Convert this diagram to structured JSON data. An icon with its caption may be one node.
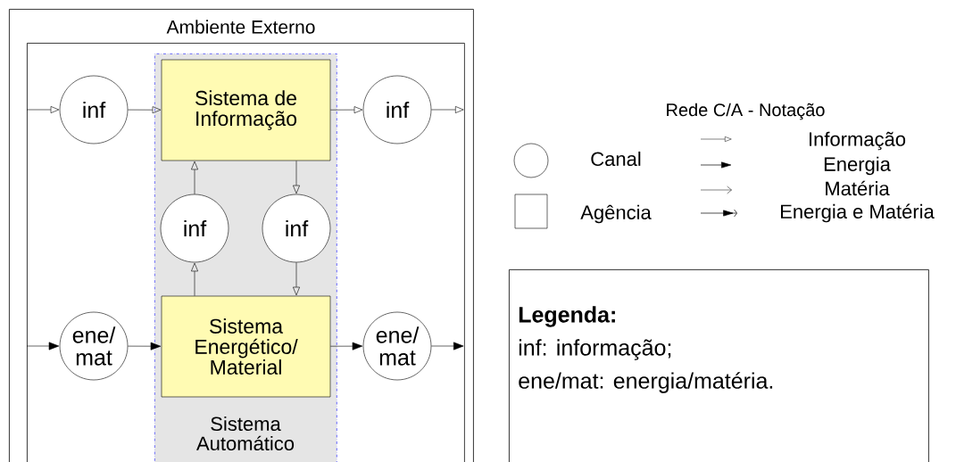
{
  "diagram": {
    "nodes": [
      {
        "text": [
          "Ambiente Externo"
        ]
      },
      {
        "text": [],
        "shape": "box",
        "in": 0
      },
      {
        "text": [
          "Sistema Automático"
        ],
        "in": 1
      },
      {
        "text": [
          "Sistema de Informação"
        ],
        "in": 2
      },
      {
        "text": [
          "inf"
        ],
        "in": 1
      },
      {
        "text": [
          "inf"
        ],
        "in": 1
      },
      {
        "text": [
          "inf"
        ],
        "in": 2
      },
      {
        "text": [
          "inf"
        ],
        "in": 2
      },
      {
        "text": [
          "Sistema Energético/ Material"
        ],
        "in": 2
      },
      {
        "text": [
          "ene/ mat"
        ],
        "in": 1
      },
      {
        "text": [
          "ene/ mat"
        ],
        "in": 1
      },
      {
        "text": [
          "Legenda:",
          "inf: informação;",
          "ene/mat: energia/matéria."
        ]
      }
    ],
    "edges": [
      {
        "from": null,
        "to": 4,
        "arrow": "to"
      },
      {
        "from": 4,
        "to": 3,
        "arrow": "to"
      },
      {
        "from": 3,
        "to": 5,
        "arrow": "to"
      },
      {
        "from": 5,
        "to": null,
        "arrow": "to"
      },
      {
        "from": 6,
        "to": 3,
        "arrow": "to"
      },
      {
        "from": 3,
        "to": 7,
        "arrow": "to"
      },
      {
        "from": 8,
        "to": 6,
        "arrow": "to"
      },
      {
        "from": 7,
        "to": 8,
        "arrow": "to"
      },
      {
        "from": null,
        "to": 9,
        "arrow": "to"
      },
      {
        "from": 9,
        "to": 8,
        "arrow": "to"
      },
      {
        "from": 8,
        "to": 10,
        "arrow": "to"
      },
      {
        "from": 10,
        "to": null,
        "arrow": "to"
      }
    ],
    "labels": [
      "Rede C/A - Notação"
    ],
    "legend": [
      {
        "text": "Canal"
      },
      {
        "text": "Agência"
      },
      {
        "text": "Informação"
      },
      {
        "text": "Energia"
      },
      {
        "text": "Matéria"
      },
      {
        "text": "Energia e Matéria"
      }
    ]
  }
}
